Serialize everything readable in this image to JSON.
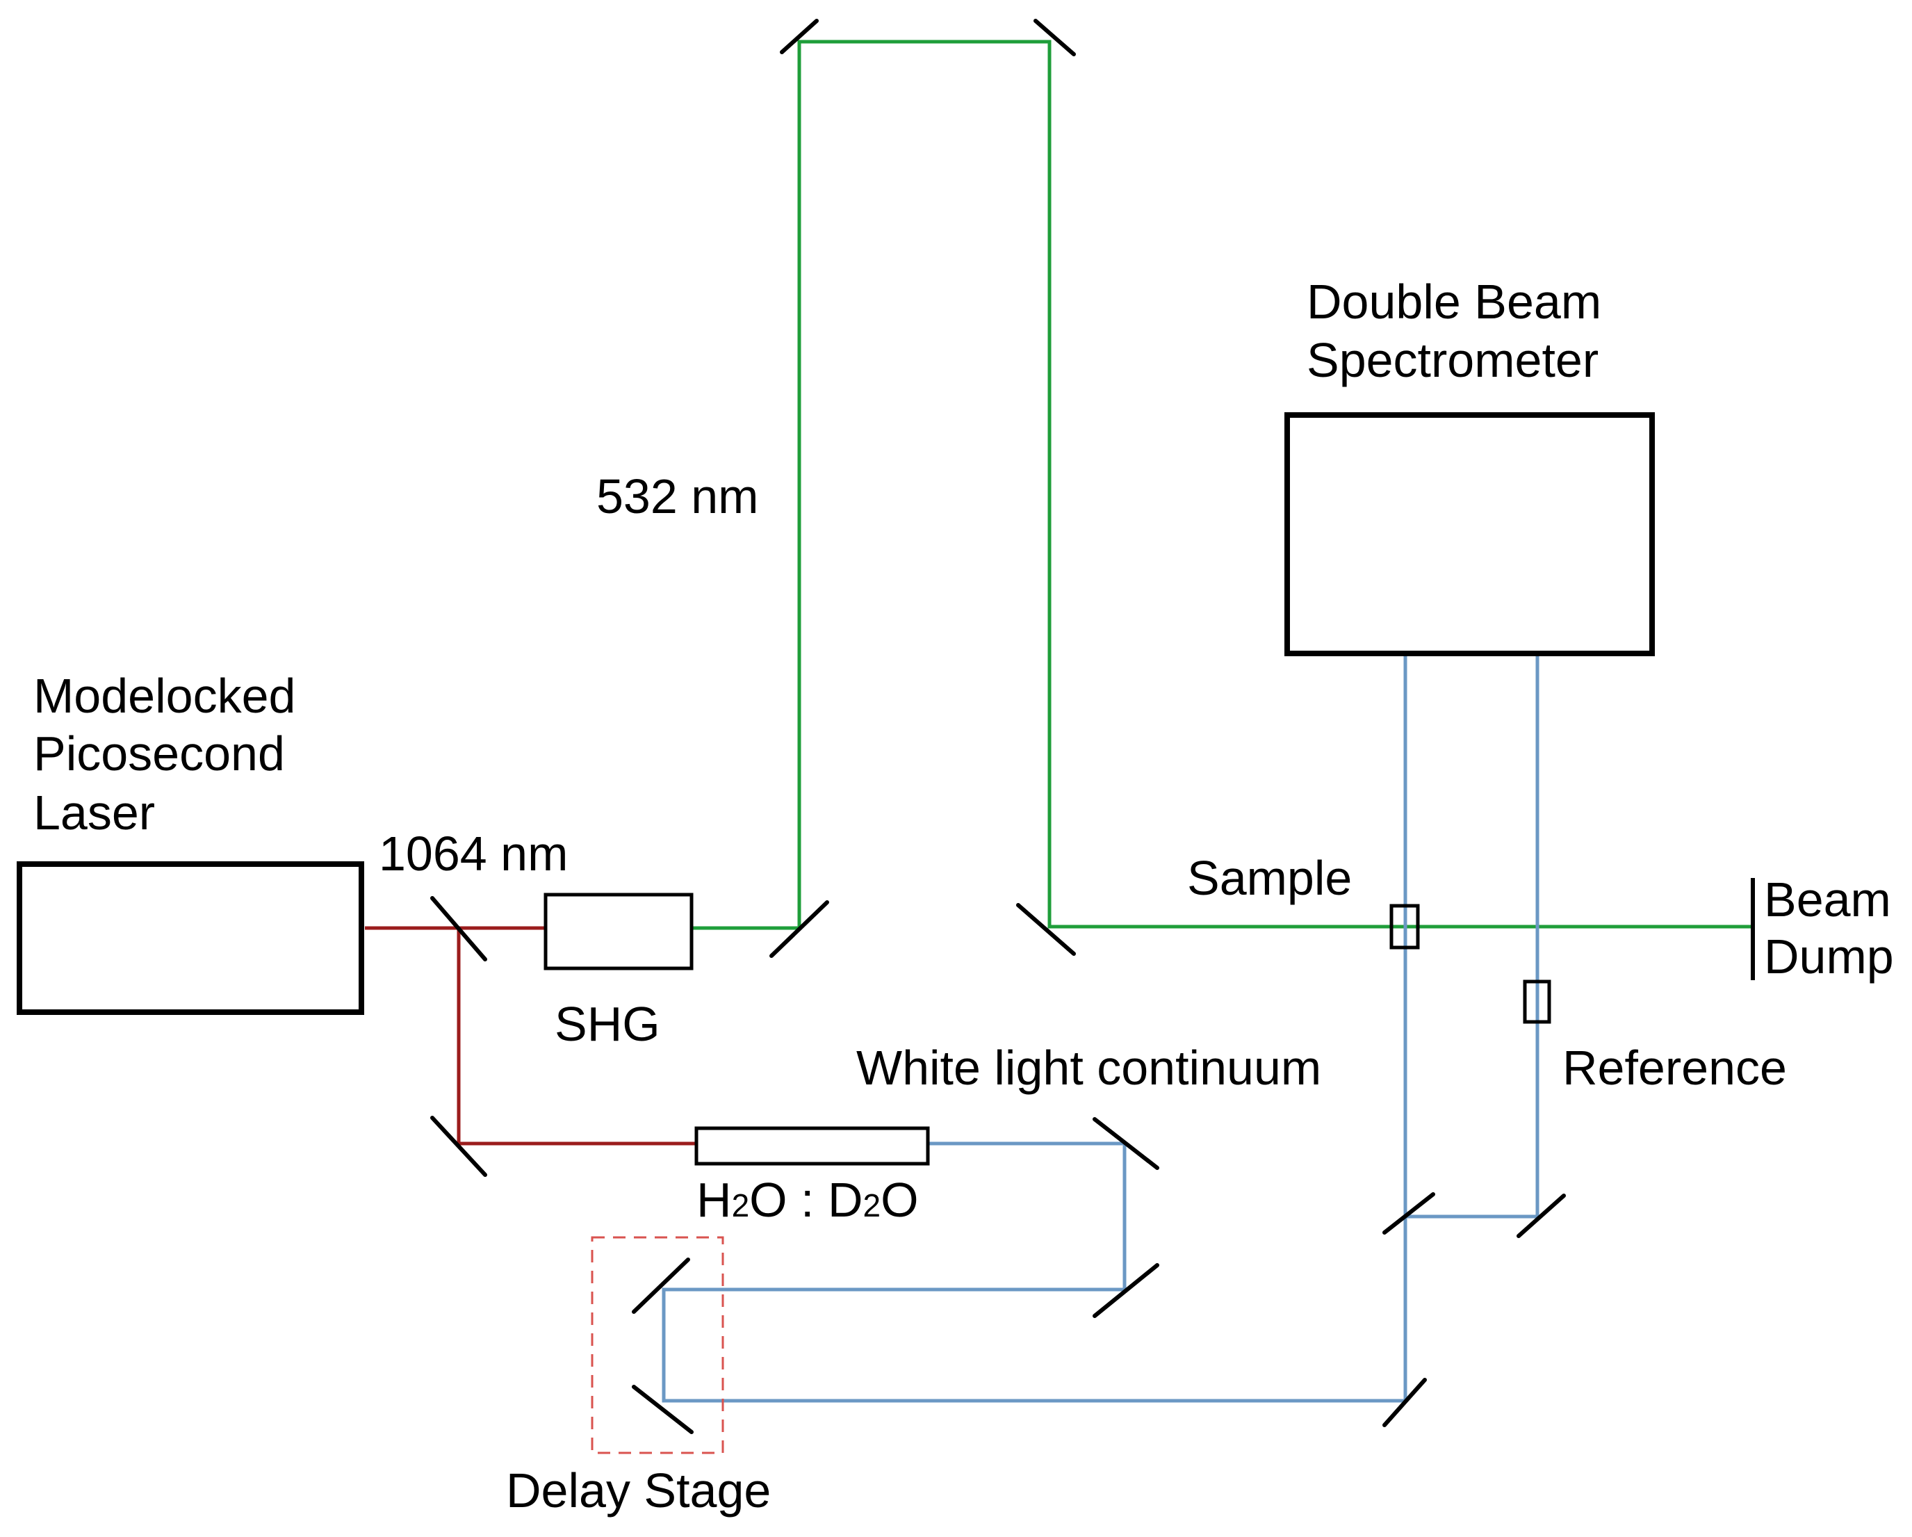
{
  "colors": {
    "ir_beam": "#9b1c1c",
    "green_beam": "#1f9e3a",
    "blue_beam": "#6b98c4",
    "delay_stage": "#d9534f",
    "components": "#000000"
  },
  "labels": {
    "laser_line1": "Modelocked",
    "laser_line2": "Picosecond",
    "laser_line3": "Laser",
    "ir_wavelength": "1064 nm",
    "shg": "SHG",
    "green_wavelength": "532 nm",
    "spectrometer_line1": "Double Beam",
    "spectrometer_line2": "Spectrometer",
    "sample": "Sample",
    "reference": "Reference",
    "beam_dump_line1": "Beam",
    "beam_dump_line2": "Dump",
    "white_light": "White light continuum",
    "cell_h": "H",
    "cell_sub1": "2",
    "cell_o_colon_d": "O : D",
    "cell_sub2": "2",
    "cell_o": "O",
    "delay_stage": "Delay Stage"
  }
}
